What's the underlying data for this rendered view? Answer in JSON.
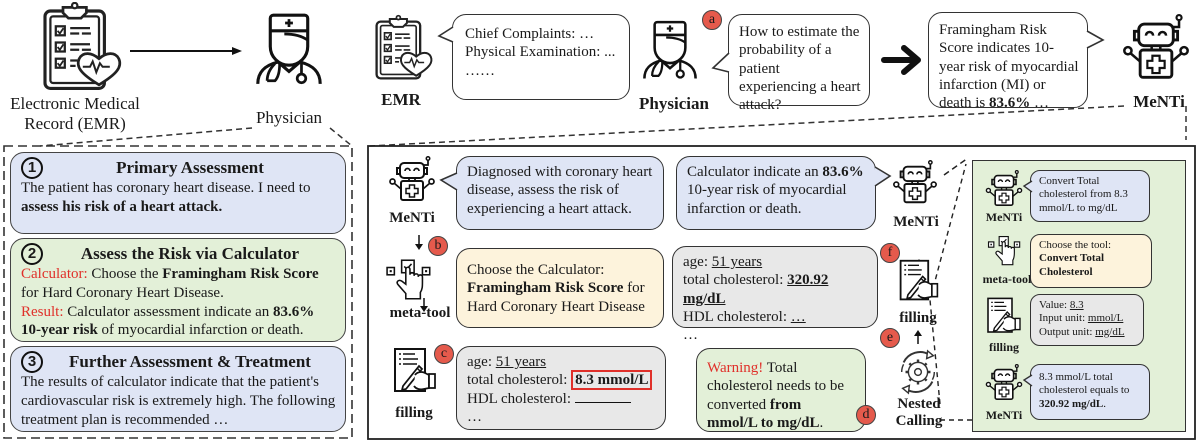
{
  "top_left": {
    "emr_label_line1": "Electronic Medical",
    "emr_label_line2": "Record (EMR)",
    "physician_label": "Physician"
  },
  "top_right": {
    "emr_label": "EMR",
    "emr_bubble": {
      "line1": "Chief Complaints: …",
      "line2": "Physical Examination: ...",
      "line3": "……"
    },
    "physician_label": "Physician",
    "badge_a": "a",
    "question_bubble": "How to estimate the probability of a patient experiencing a heart attack?",
    "answer_bubble": {
      "prefix": "Framingham Risk Score indicates 10-year risk of myocardial infarction (MI) or death is ",
      "value": "83.6%",
      "suffix": " …"
    },
    "menti_label": "MeNTi"
  },
  "steps": [
    {
      "number": "1",
      "title": "Primary Assessment",
      "text": "The patient has coronary heart disease. I need to ",
      "bold_text": "assess his risk of a heart attack."
    },
    {
      "number": "2",
      "title": "Assess the Risk via Calculator",
      "calc_label": "Calculator:",
      "calc_text": " Choose the ",
      "calc_bold": "Framingham Risk Score",
      "calc_suffix": " for Hard Coronary Heart Disease.",
      "result_label": "Result:",
      "result_text": " Calculator assessment indicate an ",
      "result_bold1": "83.6%",
      "result_bold2": "10-year risk",
      "result_suffix": " of myocardial infarction or death."
    },
    {
      "number": "3",
      "title": "Further Assessment & Treatment",
      "text": "The results of calculator indicate that the patient's cardiovascular risk is extremely high. The following treatment plan is recommended …"
    }
  ],
  "workflow": {
    "menti_label": "MeNTi",
    "meta_tool_label": "meta-tool",
    "filling_label": "filling",
    "nested_calling_line1": "Nested",
    "nested_calling_line2": "Calling",
    "badges": {
      "b": "b",
      "c": "c",
      "d": "d",
      "e": "e",
      "f": "f"
    },
    "diagnose_bubble": "Diagnosed with coronary heart disease, assess the risk of experiencing a heart attack.",
    "choose_calc": {
      "line1": "Choose the Calculator:",
      "bold": "Framingham Risk Score",
      "suffix": " for",
      "line3": "Hard Coronary Heart Disease"
    },
    "filling_form": {
      "age_label": "age: ",
      "age_value": "51 years",
      "chol_label": "total cholesterol: ",
      "chol_value": "8.3 mmol/L",
      "hdl_label": "HDL cholesterol: ",
      "more": "…"
    },
    "warning": {
      "label": "Warning!",
      "text": " Total cholesterol needs to be converted ",
      "bold": "from mmol/L to mg/dL",
      "end": "."
    },
    "result_bubble": {
      "prefix": "Calculator indicate an ",
      "value": "83.6%",
      "suffix": " 10-year risk of myocardial infarction or death."
    },
    "refilled_form": {
      "age_label": "age: ",
      "age_value": "51 years",
      "chol_label": "total cholesterol: ",
      "chol_value": "320.92 mg/dL",
      "hdl_label": "HDL cholesterol: ",
      "hdl_value": "…",
      "more": "…"
    }
  },
  "nested_panel": {
    "menti_label_1": "MeNTi",
    "convert_bubble": "Convert Total cholesterol from 8.3 mmol/L to mg/dL",
    "meta_tool_label": "meta-tool",
    "choose_tool": {
      "line1": "Choose the tool:",
      "bold": "Convert Total Cholesterol"
    },
    "filling_label": "filling",
    "fill_form": {
      "value_label": "Value: ",
      "value": "8.3",
      "input_label": "Input unit: ",
      "input_unit": "mmol/L",
      "output_label": "Output unit: ",
      "output_unit": "mg/dL"
    },
    "menti_label_2": "MeNTi",
    "result": {
      "prefix": "8.3 mmol/L total cholesterol equals to ",
      "bold": "320.92 mg/dL",
      "end": "."
    }
  },
  "colors": {
    "blue_box": "#dfe5f5",
    "green_box": "#e3f0d8",
    "yellow_box": "#fdf3dc",
    "gray_box": "#e8e8e8",
    "badge": "#e55a4c",
    "warning_red": "#e0302a"
  }
}
